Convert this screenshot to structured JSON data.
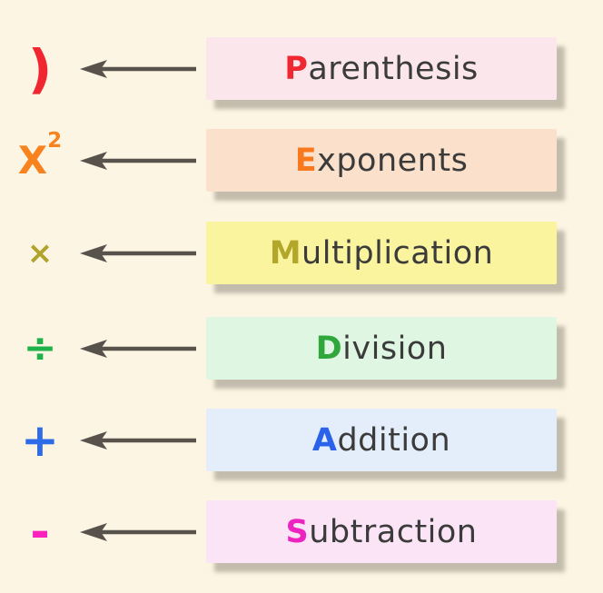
{
  "colors": {
    "background": "#FDF5E3",
    "arrow": "#57524C",
    "word_text": "#3B3B3B"
  },
  "rows": [
    {
      "id": "parenthesis",
      "symbol": ")",
      "symbol_sup": "",
      "symbol_color": "#F02631",
      "box_bg": "#FBE6EC",
      "first_letter": "P",
      "first_letter_color": "#F02631",
      "rest": "arenthesis"
    },
    {
      "id": "exponents",
      "symbol": "X",
      "symbol_sup": "2",
      "symbol_color": "#F8821E",
      "box_bg": "#FBE0CB",
      "first_letter": "E",
      "first_letter_color": "#F8791D",
      "rest": "xponents"
    },
    {
      "id": "multiplication",
      "symbol": "×",
      "symbol_sup": "",
      "symbol_color": "#AFA32C",
      "box_bg": "#FAF49F",
      "first_letter": "M",
      "first_letter_color": "#B2A62B",
      "rest": "ultiplication"
    },
    {
      "id": "division",
      "symbol": "÷",
      "symbol_sup": "",
      "symbol_color": "#1EB24A",
      "box_bg": "#DFF7E2",
      "first_letter": "D",
      "first_letter_color": "#2FA73B",
      "rest": "ivision"
    },
    {
      "id": "addition",
      "symbol": "+",
      "symbol_sup": "",
      "symbol_color": "#2E6BE9",
      "box_bg": "#E4EEFB",
      "first_letter": "A",
      "first_letter_color": "#2A63EA",
      "rest": "ddition"
    },
    {
      "id": "subtraction",
      "symbol": "-",
      "symbol_sup": "",
      "symbol_color": "#FA22BD",
      "box_bg": "#FAE4F6",
      "first_letter": "S",
      "first_letter_color": "#EE22C1",
      "rest": "ubtraction"
    }
  ]
}
